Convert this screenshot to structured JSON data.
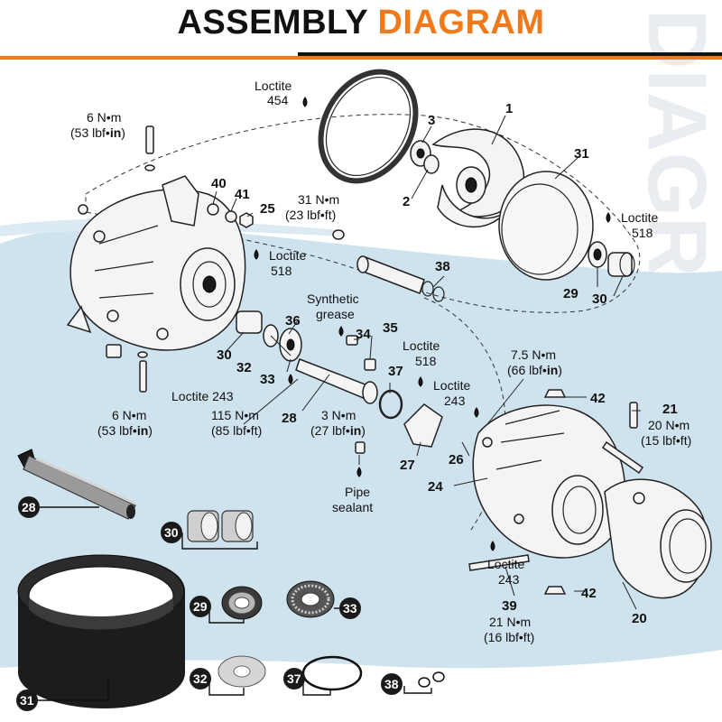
{
  "title": {
    "word1": "ASSEMBLY",
    "word2": "DIAGRAM"
  },
  "watermark": "DIAGRAM",
  "colors": {
    "accent": "#f07a1a",
    "ink": "#111111",
    "splash": "#cfe3ee"
  },
  "callouts": {
    "p1": "1",
    "p2": "2",
    "p3": "3",
    "p31a": "31",
    "p40": "40",
    "p41": "41",
    "p25": "25",
    "p38": "38",
    "p29": "29",
    "p30a": "30",
    "p36": "36",
    "p35": "35",
    "p34": "34",
    "p30b": "30",
    "p32": "32",
    "p33": "33",
    "p28": "28",
    "p37": "37",
    "p42a": "42",
    "p21": "21",
    "p26": "26",
    "p27": "27",
    "p24": "24",
    "p42b": "42",
    "p39": "39",
    "p20": "20"
  },
  "notes": {
    "loctite454_a": "Loctite",
    "loctite454_b": "454",
    "torque6_top_a": "6 N•m",
    "torque6_top_b": "(53 lbf•",
    "torque6_top_c": "in",
    "torque6_top_d": ")",
    "torque31_a": "31 N•m",
    "torque31_b": "(23 lbf•ft)",
    "loctite518_right_a": "Loctite",
    "loctite518_right_b": "518",
    "loctite518_left_a": "Loctite",
    "loctite518_left_b": "518",
    "synthetic_a": "Synthetic",
    "synthetic_b": "grease",
    "loctite518_mid_a": "Loctite",
    "loctite518_mid_b": "518",
    "torque75_a": "7.5 N•m",
    "torque75_b": "(66 lbf•",
    "torque75_c": "in",
    "torque75_d": ")",
    "loctite243_right_a": "Loctite",
    "loctite243_right_b": "243",
    "loctite243_left": "Loctite 243",
    "torque20_a": "20 N•m",
    "torque20_b": "(15 lbf•ft)",
    "torque6_bot_a": "6 N•m",
    "torque6_bot_b": "(53 lbf•",
    "torque6_bot_c": "in",
    "torque6_bot_d": ")",
    "torque115_a": "115 N•m",
    "torque115_b": "(85 lbf•ft)",
    "torque3_a": "3 N•m",
    "torque3_b": "(27 lbf•",
    "torque3_c": "in",
    "torque3_d": ")",
    "pipe_a": "Pipe",
    "pipe_b": "sealant",
    "loctite243_bot_a": "Loctite",
    "loctite243_bot_b": "243",
    "torque21_a": "21 N•m",
    "torque21_b": "(16 lbf•ft)"
  },
  "kit": {
    "b28": "28",
    "b30": "30",
    "b29": "29",
    "b33": "33",
    "b31": "31",
    "b32": "32",
    "b37": "37",
    "b38": "38"
  }
}
